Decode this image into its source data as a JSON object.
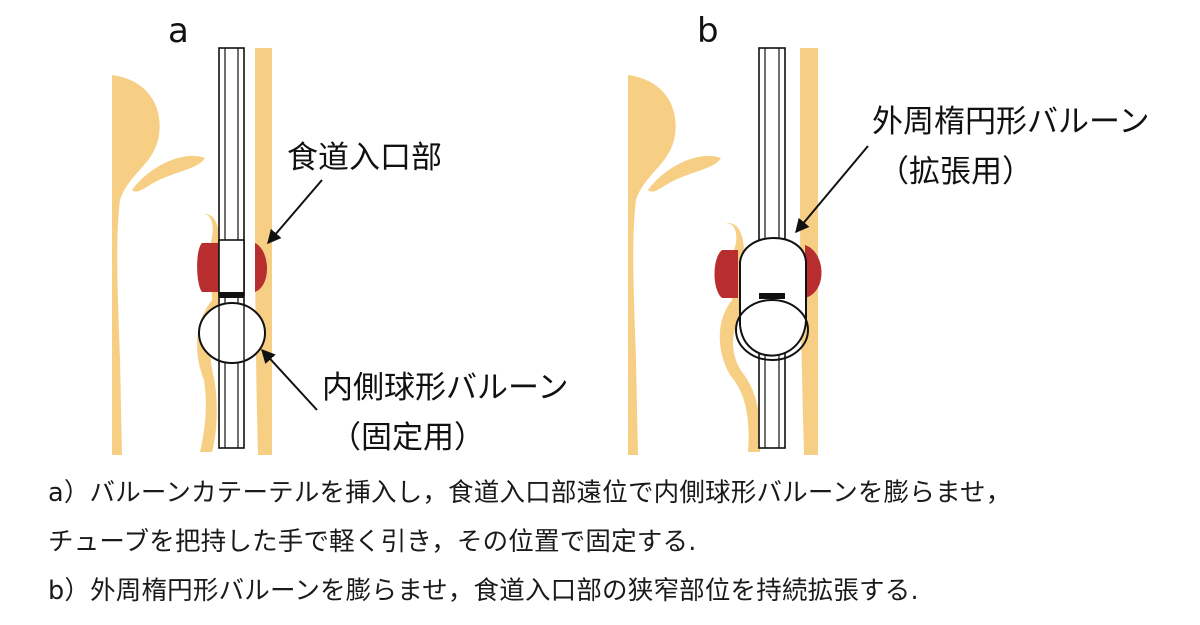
{
  "panels": {
    "a": {
      "letter": "a",
      "label_esophagus": "食道入口部",
      "label_inner_balloon_1": "内側球形バルーン",
      "label_inner_balloon_2": "（固定用）"
    },
    "b": {
      "letter": "b",
      "label_outer_balloon_1": "外周楕円形バルーン",
      "label_outer_balloon_2": "（拡張用）"
    }
  },
  "caption": {
    "line1": "a）バルーンカテーテルを挿入し，食道入口部遠位で内側球形バルーンを膨らませ，",
    "line2": "チューブを把持した手で軽く引き，その位置で固定する.",
    "line3": "b）外周楕円形バルーンを膨らませ，食道入口部の狭窄部位を持続拡張する."
  },
  "colors": {
    "tissue": "#f7cf84",
    "stricture": "#b82d2d",
    "outline": "#111111",
    "background": "#ffffff"
  }
}
